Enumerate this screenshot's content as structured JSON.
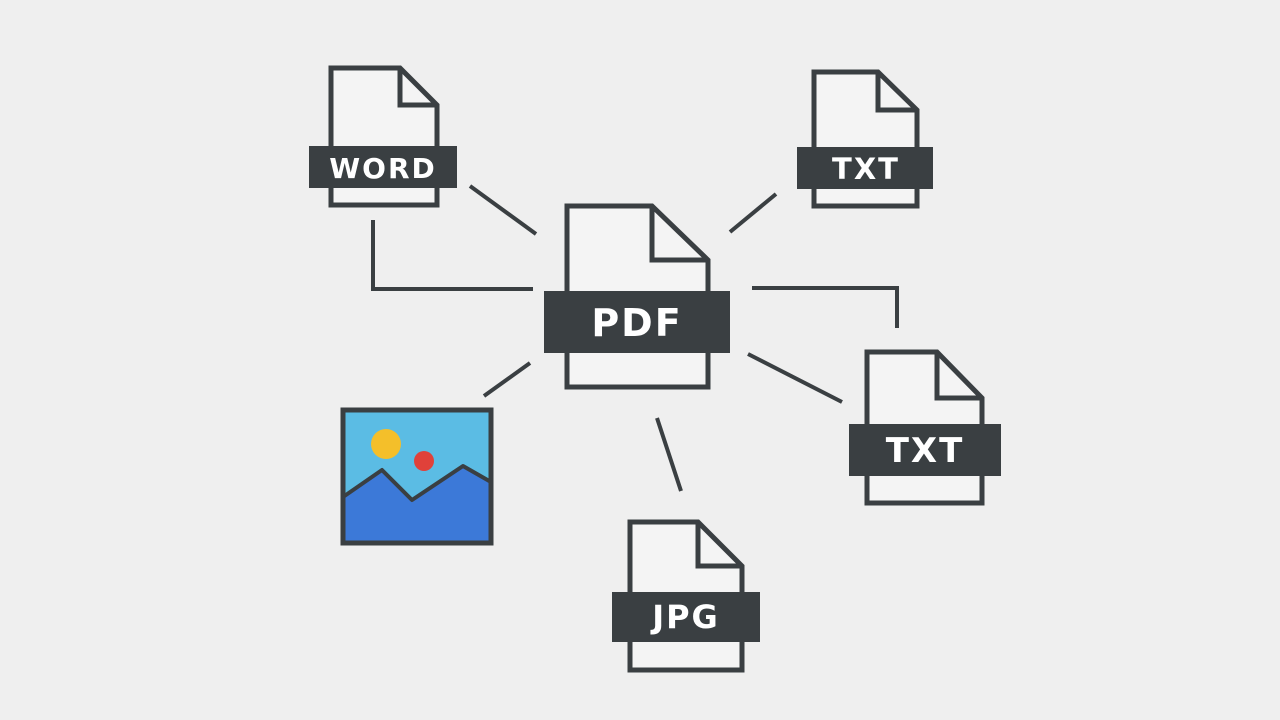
{
  "nodes": {
    "center": {
      "label": "PDF"
    },
    "word": {
      "label": "WORD"
    },
    "txt_top": {
      "label": "TXT"
    },
    "txt_right": {
      "label": "TXT"
    },
    "jpg": {
      "label": "JPG"
    },
    "image": {
      "icon": "image-icon"
    }
  },
  "colors": {
    "stroke": "#3a3f42",
    "background": "#efefef",
    "sky": "#5bbce4",
    "mountains": "#3c79d8",
    "sun": "#f4bf2a",
    "dot": "#e0413a"
  }
}
